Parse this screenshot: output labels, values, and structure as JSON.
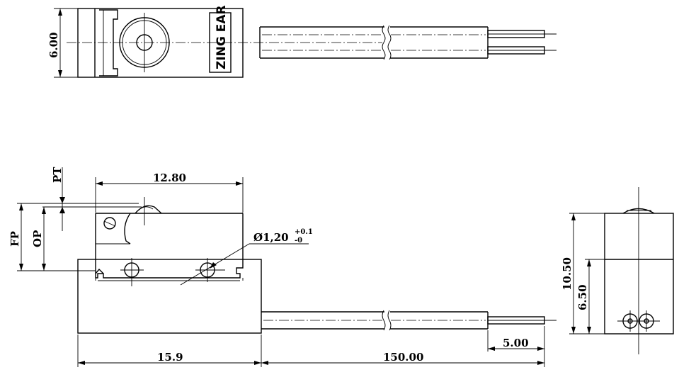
{
  "logo_text": "ZING EAR",
  "dimensions": {
    "thickness": "6.00",
    "body_length": "12.80",
    "pt": "PT",
    "fp": "FP",
    "op": "OP",
    "hole_dia_main": "Ø1,20",
    "hole_tol_upper": "+0.1",
    "hole_tol_lower": "-0",
    "base_length": "15.9",
    "wire_length": "150.00",
    "strip_length": "5.00",
    "total_height": "10.50",
    "base_height": "6.50"
  }
}
